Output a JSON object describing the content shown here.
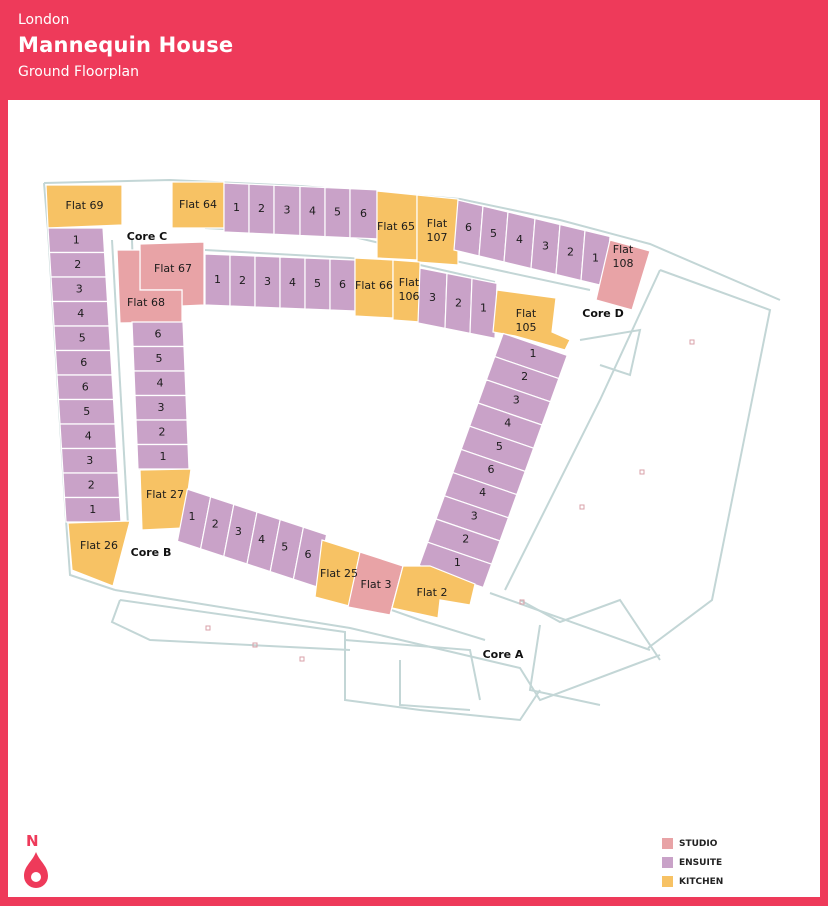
{
  "header": {
    "city": "London",
    "title": "Mannequin House",
    "subtitle": "Ground Floorplan"
  },
  "colors": {
    "brand": "#ee3a5a",
    "studio": "#e8a3a6",
    "ensuite": "#c9a2c8",
    "kitchen": "#f7c264",
    "walls": "#c3d6d6"
  },
  "legend": [
    {
      "type": "studio",
      "label": "STUDIO"
    },
    {
      "type": "ensuite",
      "label": "ENSUITE"
    },
    {
      "type": "kitchen",
      "label": "KITCHEN"
    }
  ],
  "compass": {
    "label": "N"
  },
  "cores": [
    "Core A",
    "Core B",
    "Core C",
    "Core D"
  ],
  "units": {
    "west_outer": [
      {
        "label": "Flat 69",
        "type": "kitchen"
      },
      {
        "label": "1",
        "type": "ensuite"
      },
      {
        "label": "2",
        "type": "ensuite"
      },
      {
        "label": "3",
        "type": "ensuite"
      },
      {
        "label": "4",
        "type": "ensuite"
      },
      {
        "label": "5",
        "type": "ensuite"
      },
      {
        "label": "6",
        "type": "ensuite"
      },
      {
        "label": "6",
        "type": "ensuite"
      },
      {
        "label": "5",
        "type": "ensuite"
      },
      {
        "label": "4",
        "type": "ensuite"
      },
      {
        "label": "3",
        "type": "ensuite"
      },
      {
        "label": "2",
        "type": "ensuite"
      },
      {
        "label": "1",
        "type": "ensuite"
      },
      {
        "label": "Flat 26",
        "type": "kitchen"
      }
    ],
    "west_inner": [
      {
        "label": "Flat 67",
        "type": "studio"
      },
      {
        "label": "Flat 68",
        "type": "studio"
      },
      {
        "label": "6",
        "type": "ensuite"
      },
      {
        "label": "5",
        "type": "ensuite"
      },
      {
        "label": "4",
        "type": "ensuite"
      },
      {
        "label": "3",
        "type": "ensuite"
      },
      {
        "label": "2",
        "type": "ensuite"
      },
      {
        "label": "1",
        "type": "ensuite"
      },
      {
        "label": "Flat 27",
        "type": "kitchen"
      }
    ],
    "north_outer": [
      {
        "label": "Flat 64",
        "type": "kitchen"
      },
      {
        "label": "1",
        "type": "ensuite"
      },
      {
        "label": "2",
        "type": "ensuite"
      },
      {
        "label": "3",
        "type": "ensuite"
      },
      {
        "label": "4",
        "type": "ensuite"
      },
      {
        "label": "5",
        "type": "ensuite"
      },
      {
        "label": "6",
        "type": "ensuite"
      },
      {
        "label": "Flat 65",
        "type": "kitchen"
      },
      {
        "label": "Flat 107",
        "type": "kitchen"
      },
      {
        "label": "6",
        "type": "ensuite"
      },
      {
        "label": "5",
        "type": "ensuite"
      },
      {
        "label": "4",
        "type": "ensuite"
      },
      {
        "label": "3",
        "type": "ensuite"
      },
      {
        "label": "2",
        "type": "ensuite"
      },
      {
        "label": "1",
        "type": "ensuite"
      },
      {
        "label": "Flat 108",
        "type": "studio"
      }
    ],
    "north_inner": [
      {
        "label": "1",
        "type": "ensuite"
      },
      {
        "label": "2",
        "type": "ensuite"
      },
      {
        "label": "3",
        "type": "ensuite"
      },
      {
        "label": "4",
        "type": "ensuite"
      },
      {
        "label": "5",
        "type": "ensuite"
      },
      {
        "label": "6",
        "type": "ensuite"
      },
      {
        "label": "Flat 66",
        "type": "kitchen"
      },
      {
        "label": "Flat 106",
        "type": "kitchen"
      },
      {
        "label": "3",
        "type": "ensuite"
      },
      {
        "label": "2",
        "type": "ensuite"
      },
      {
        "label": "1",
        "type": "ensuite"
      },
      {
        "label": "Flat 105",
        "type": "kitchen"
      }
    ],
    "east": [
      {
        "label": "1",
        "type": "ensuite"
      },
      {
        "label": "2",
        "type": "ensuite"
      },
      {
        "label": "3",
        "type": "ensuite"
      },
      {
        "label": "4",
        "type": "ensuite"
      },
      {
        "label": "5",
        "type": "ensuite"
      },
      {
        "label": "6",
        "type": "ensuite"
      },
      {
        "label": "4",
        "type": "ensuite"
      },
      {
        "label": "3",
        "type": "ensuite"
      },
      {
        "label": "2",
        "type": "ensuite"
      },
      {
        "label": "1",
        "type": "ensuite"
      }
    ],
    "south": [
      {
        "label": "1",
        "type": "ensuite"
      },
      {
        "label": "2",
        "type": "ensuite"
      },
      {
        "label": "3",
        "type": "ensuite"
      },
      {
        "label": "4",
        "type": "ensuite"
      },
      {
        "label": "5",
        "type": "ensuite"
      },
      {
        "label": "6",
        "type": "ensuite"
      },
      {
        "label": "Flat 25",
        "type": "kitchen"
      },
      {
        "label": "Flat 3",
        "type": "studio"
      },
      {
        "label": "Flat 2",
        "type": "kitchen"
      }
    ]
  }
}
